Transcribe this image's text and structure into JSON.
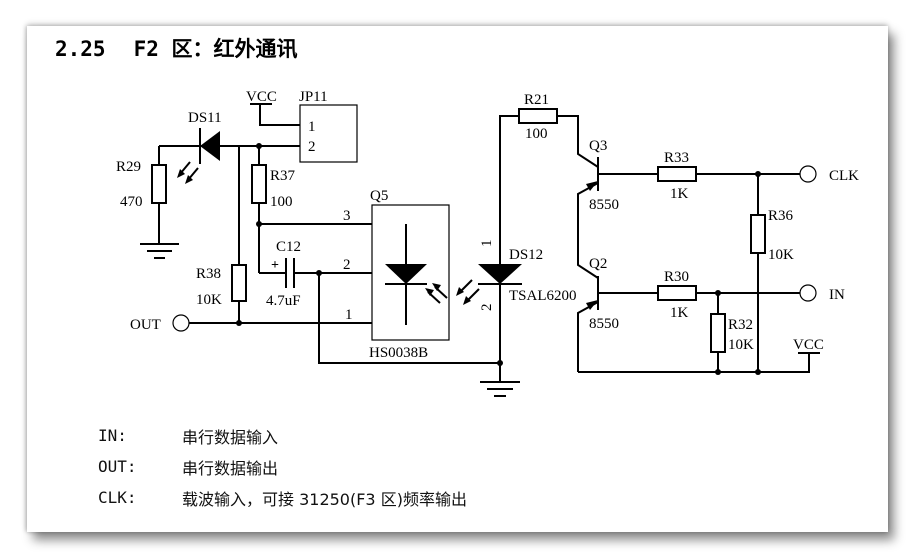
{
  "title": {
    "section": "2.25",
    "text": "F2 区：红外通讯"
  },
  "schematic": {
    "vcc_top": "VCC",
    "vcc_bottom": "VCC",
    "jp11": {
      "ref": "JP11",
      "pin1": "1",
      "pin2": "2"
    },
    "ds11": {
      "ref": "DS11"
    },
    "r29": {
      "ref": "R29",
      "value": "470"
    },
    "r37": {
      "ref": "R37",
      "value": "100"
    },
    "r38": {
      "ref": "R38",
      "value": "10K"
    },
    "c12": {
      "ref": "C12",
      "value": "4.7uF",
      "polarity": "+"
    },
    "q5": {
      "ref": "Q5",
      "part": "HS0038B",
      "pin1": "1",
      "pin2": "2",
      "pin3": "3"
    },
    "ds12": {
      "ref": "DS12",
      "part": "TSAL6200",
      "pin1": "1",
      "pin2": "2"
    },
    "r21": {
      "ref": "R21",
      "value": "100"
    },
    "q3": {
      "ref": "Q3",
      "part": "8550"
    },
    "q2": {
      "ref": "Q2",
      "part": "8550"
    },
    "r33": {
      "ref": "R33",
      "value": "1K"
    },
    "r30": {
      "ref": "R30",
      "value": "1K"
    },
    "r36": {
      "ref": "R36",
      "value": "10K"
    },
    "r32": {
      "ref": "R32",
      "value": "10K"
    },
    "ports": {
      "out": "OUT",
      "clk": "CLK",
      "in": "IN"
    }
  },
  "legend": [
    {
      "key": "IN:",
      "desc": "串行数据输入"
    },
    {
      "key": "OUT:",
      "desc": "串行数据输出"
    },
    {
      "key": "CLK:",
      "desc": "载波输入，可接 31250(F3 区)频率输出"
    }
  ]
}
